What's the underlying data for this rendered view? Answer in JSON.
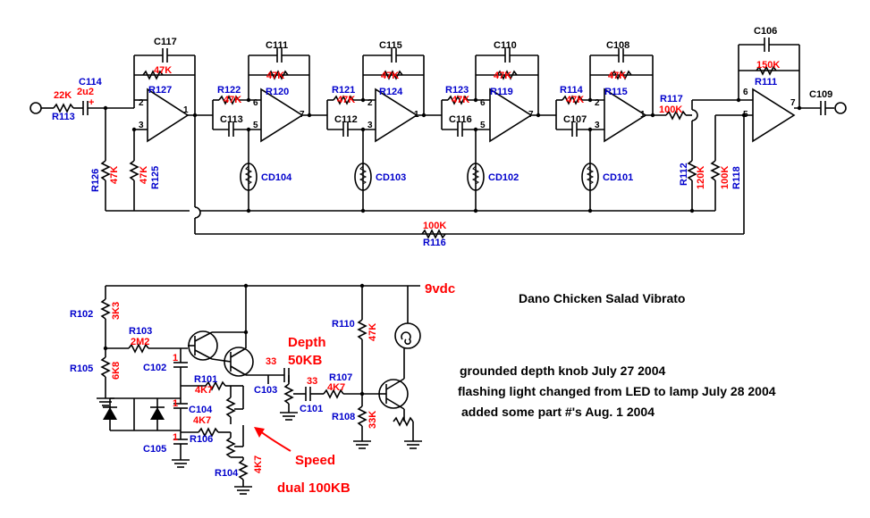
{
  "title": "Dano Chicken Salad Vibrato",
  "supply": "9vdc",
  "notes": [
    "grounded depth knob July 27 2004",
    "flashing light changed from LED to lamp July 28 2004",
    "added some part #'s Aug. 1 2004"
  ],
  "controls": {
    "depth_name": "Depth",
    "depth_value": "50KB",
    "speed_name": "Speed",
    "speed_value": "dual 100KB"
  },
  "input_stage": {
    "r_in": "R113",
    "r_in_val": "22K",
    "c_in": "C114",
    "c_in_val": "2u2",
    "plus": "+",
    "r_bias1": "R126",
    "r_bias1_val": "47K",
    "r_bias2": "R125",
    "r_bias2_val": "47K",
    "c_fb": "C117",
    "r_fb": "R127",
    "r_fb_val": "47K"
  },
  "stages": [
    {
      "r_in": "R122",
      "r_in_val": "47K",
      "c_sh": "C113",
      "c_fb": "C111",
      "r_fb": "R120",
      "r_fb_val": "47K",
      "cds": "CD104"
    },
    {
      "r_in": "R121",
      "r_in_val": "47K",
      "c_sh": "C112",
      "c_fb": "C115",
      "r_fb": "R124",
      "r_fb_val": "47K",
      "cds": "CD103"
    },
    {
      "r_in": "R123",
      "r_in_val": "47K",
      "c_sh": "C116",
      "c_fb": "C110",
      "r_fb": "R119",
      "r_fb_val": "47K",
      "cds": "CD102"
    },
    {
      "r_in": "R114",
      "r_in_val": "47K",
      "c_sh": "C107",
      "c_fb": "C108",
      "r_fb": "R115",
      "r_fb_val": "47K",
      "cds": "CD101"
    }
  ],
  "output_stage": {
    "r_in": "R117",
    "r_in_val": "100K",
    "c_fb": "C106",
    "r_fb": "R111",
    "r_fb_val": "150K",
    "c_out": "C109",
    "r_bias1": "R112",
    "r_bias1_val": "120K",
    "r_bias2": "R118",
    "r_bias2_val": "100K",
    "r_mix": "R116",
    "r_mix_val": "100K"
  },
  "lfo": {
    "r102": "R102",
    "r102_val": "3K3",
    "r105": "R105",
    "r105_val": "6K8",
    "r103": "R103",
    "r103_val": "2M2",
    "c102": "C102",
    "c102_val": "1",
    "r101": "R101",
    "r101_val": "4K7",
    "c104": "C104",
    "c104_val": "1",
    "r106": "R106",
    "r106_val": "4K7",
    "c105": "C105",
    "c105_val": "1",
    "r104": "R104",
    "r104_val": "4K7",
    "c103": "C103",
    "c103_val": "33",
    "c101": "C101",
    "c101_val": "33",
    "r107": "R107",
    "r107_val": "4K7",
    "r110": "R110",
    "r110_val": "47K",
    "r108": "R108",
    "r108_val": "33K"
  }
}
